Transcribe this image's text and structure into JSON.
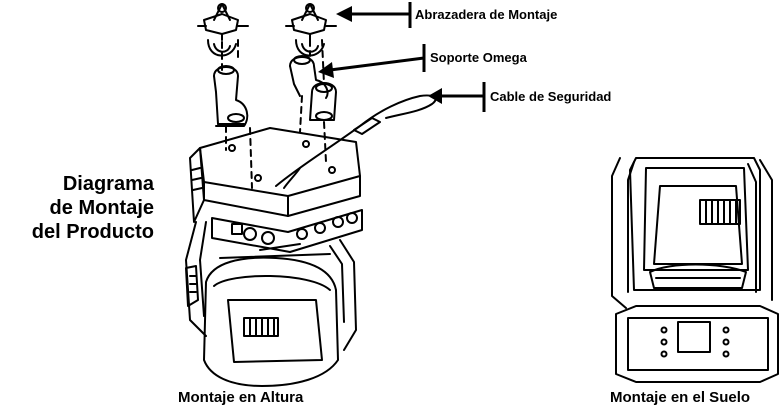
{
  "callouts": {
    "mounting_clamp": "Abrazadera de Montaje",
    "omega_bracket": "Soporte Omega",
    "safety_cable": "Cable de Seguridad"
  },
  "side_title": {
    "line1": "Diagrama",
    "line2": "de Montaje",
    "line3": "del Producto"
  },
  "captions": {
    "overhead": "Montaje en Altura",
    "floor": "Montaje en el Suelo"
  }
}
